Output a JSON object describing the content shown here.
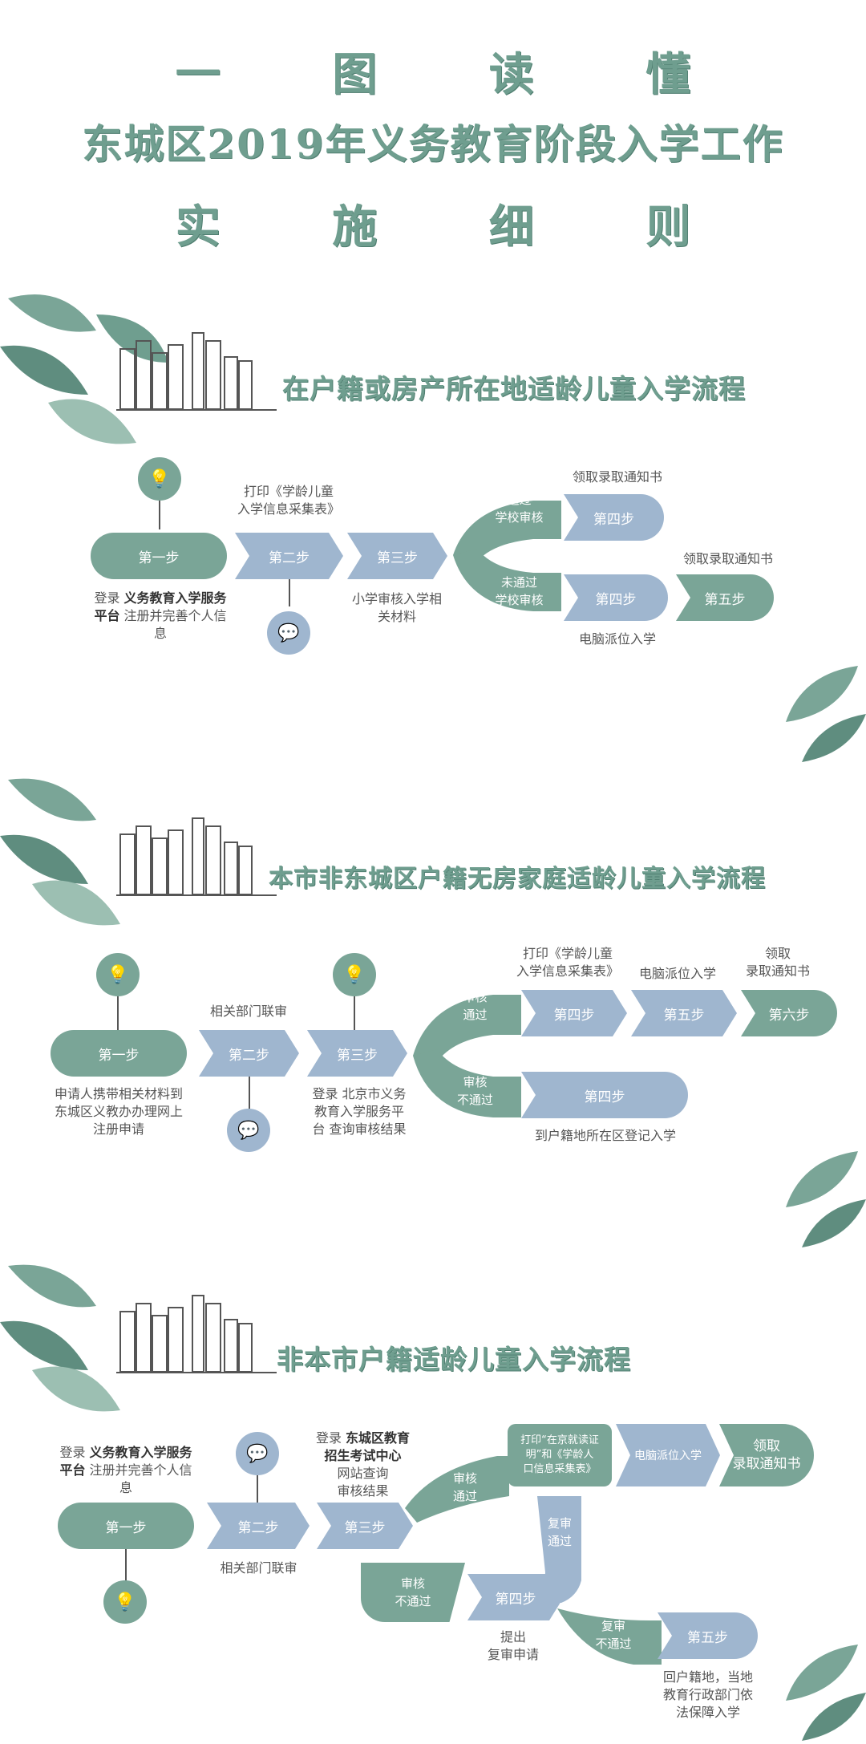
{
  "header": {
    "line1": "一 图 读 懂",
    "line2": "东城区2019年义务教育阶段入学工作",
    "line3": "实 施 细 则"
  },
  "icons": {
    "bulb": "lightbulb-icon",
    "chat": "chat-bubble-icon",
    "books": "books-sketch-icon",
    "leaves": "leaf-decoration-icon"
  },
  "colors": {
    "green": "#7aa597",
    "blue": "#9fb6cf",
    "title": "#6f9e8f"
  },
  "sec1": {
    "title": "在户籍或房产所在地适龄儿童入学流程",
    "step1": "第一步",
    "step2": "第二步",
    "step3": "第三步",
    "pass": "通过\n学校审核",
    "fail": "未通过\n学校审核",
    "step4a": "第四步",
    "step4b": "第四步",
    "step5": "第五步",
    "label_step1_pre": "登录 ",
    "label_step1_bold": "义务教育入学服务平台",
    "label_step1_post": " 注册并完善个人信息",
    "label_print": "打印《学龄儿童\n入学信息采集表》",
    "label_step3": "小学审核入学相\n关材料",
    "label_notice1": "领取录取通知书",
    "label_notice2": "领取录取通知书",
    "label_computer": "电脑派位入学"
  },
  "sec2": {
    "title": "本市非东城区户籍无房家庭适龄儿童入学流程",
    "step1": "第一步",
    "step2": "第二步",
    "step3": "第三步",
    "pass": "审核\n通过",
    "fail": "审核\n不通过",
    "step4a": "第四步",
    "step5": "第五步",
    "step6": "第六步",
    "step4b": "第四步",
    "label_step1": "申请人携带相关材料到\n东城区义教办办理网上\n注册申请",
    "label_step2": "相关部门联审",
    "label_step3_pre": "登录 北京市义务\n教育入学服务平\n台 查询审核结果",
    "label_print": "打印《学龄儿童\n入学信息采集表》",
    "label_computer": "电脑派位入学",
    "label_notice": "领取\n录取通知书",
    "label_return": "到户籍地所在区登记入学"
  },
  "sec3": {
    "title": "非本市户籍适龄儿童入学流程",
    "step1": "第一步",
    "step2": "第二步",
    "step3": "第三步",
    "pass": "审核\n通过",
    "print": "打印“在京就读证\n明”和《学龄人\n口信息采集表》",
    "computer": "电脑派位入学",
    "notice": "领取\n录取通知书",
    "re_pass": "复审\n通过",
    "fail": "审核\n不通过",
    "step4": "第四步",
    "re_fail": "复审\n不通过",
    "step5": "第五步",
    "label_step1_pre": "登录 ",
    "label_step1_bold": "义务教育入学服务平台",
    "label_step1_post": " 注册并完善个人信息",
    "label_step2": "相关部门联审",
    "label_step3_pre": "登录 ",
    "label_step3_bold": "东城区教育招生考试中心",
    "label_step3_post": "网站查询\n审核结果",
    "label_step4": "提出\n复审申请",
    "label_step5": "回户籍地，当地\n教育行政部门依\n法保障入学"
  }
}
